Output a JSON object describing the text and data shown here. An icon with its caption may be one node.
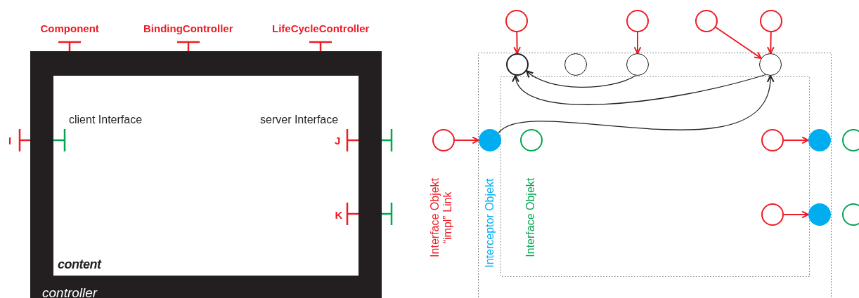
{
  "diagram": {
    "nodes": [
      {
        "text": [
          "controller"
        ]
      },
      {
        "text": [
          "content"
        ],
        "in": 0
      },
      {
        "text": [],
        "shape": "circle"
      },
      {
        "text": [],
        "shape": "circle"
      },
      {
        "text": [],
        "shape": "circle"
      },
      {
        "text": [],
        "shape": "circle"
      },
      {
        "text": [],
        "shape": "circle"
      },
      {
        "text": [],
        "shape": "circle"
      },
      {
        "text": [],
        "shape": "circle"
      },
      {
        "text": [],
        "shape": "circle"
      },
      {
        "text": [],
        "shape": "circle"
      },
      {
        "text": [],
        "shape": "circle"
      },
      {
        "text": [],
        "shape": "circle"
      },
      {
        "text": [],
        "shape": "circle"
      },
      {
        "text": [],
        "shape": "circle"
      },
      {
        "text": [],
        "shape": "circle"
      },
      {
        "text": [],
        "shape": "circle"
      },
      {
        "text": [],
        "shape": "circle"
      },
      {
        "text": [],
        "shape": "circle"
      }
    ],
    "edges": [
      {
        "from": 2,
        "to": 6,
        "arrow": "to"
      },
      {
        "from": 3,
        "to": 8,
        "arrow": "to"
      },
      {
        "from": 4,
        "to": 9,
        "arrow": "to"
      },
      {
        "from": 5,
        "to": 9,
        "arrow": "to"
      },
      {
        "from": 8,
        "to": 6,
        "arrow": "to",
        "color": "#231f20"
      },
      {
        "from": 9,
        "to": 6,
        "arrow": "to",
        "color": "#231f20"
      },
      {
        "from": 11,
        "to": 9,
        "arrow": "to",
        "color": "#231f20"
      },
      {
        "from": 10,
        "to": 11,
        "arrow": "to"
      },
      {
        "from": 13,
        "to": 14,
        "arrow": "to"
      },
      {
        "from": 16,
        "to": 17,
        "arrow": "to"
      }
    ],
    "labels": [
      "Component",
      "BindingController",
      "LifeCycleController",
      "client Interface",
      "server Interface",
      "I",
      "J",
      "K",
      "Interface Objekt “impl” Link",
      "Interceptor Objekt",
      "Interface Objekt"
    ]
  }
}
